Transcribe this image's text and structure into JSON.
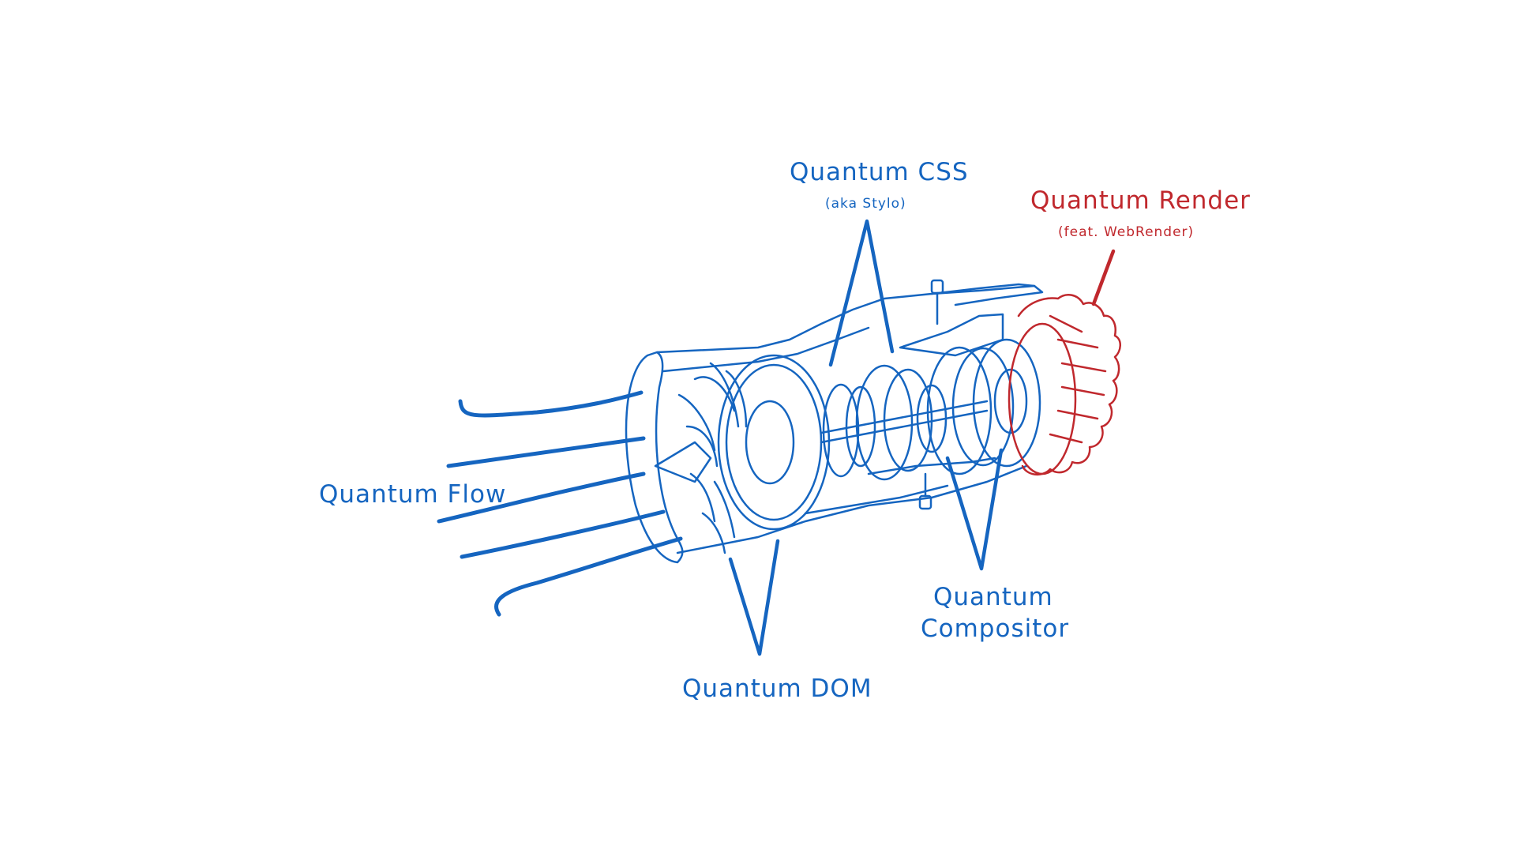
{
  "colors": {
    "background": "#ffffff",
    "ink_blue": "#1565c0",
    "ink_red": "#c0282d"
  },
  "labels": {
    "css_title": "Quantum CSS",
    "css_subtitle": "(aka Stylo)",
    "render_title": "Quantum Render",
    "render_subtitle": "(feat. WebRender)",
    "flow": "Quantum Flow",
    "dom": "Quantum DOM",
    "compositor_line1": "Quantum",
    "compositor_line2": "Compositor"
  }
}
